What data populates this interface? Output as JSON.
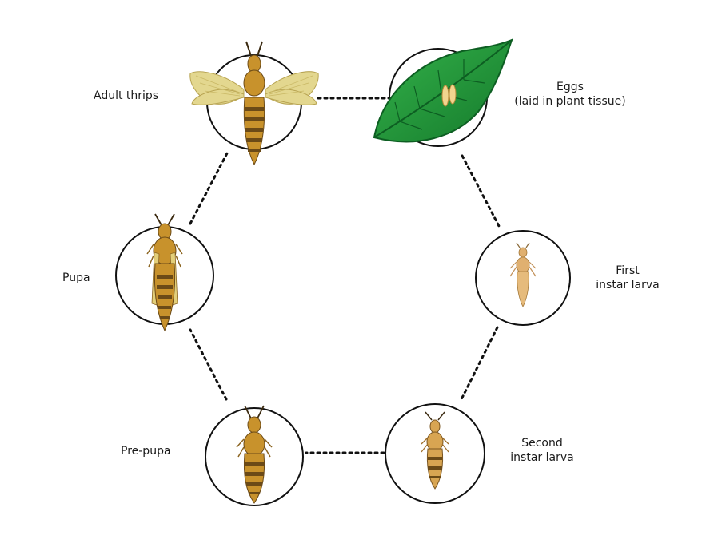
{
  "stages": {
    "adult": {
      "label": "Adult thrips"
    },
    "eggs": {
      "line1": "Eggs",
      "line2": "(laid in plant tissue)"
    },
    "first": {
      "line1": "First",
      "line2": "instar larva"
    },
    "second": {
      "line1": "Second",
      "line2": "instar larva"
    },
    "prepupa": {
      "label": "Pre-pupa"
    },
    "pupa": {
      "label": "Pupa"
    }
  },
  "colors": {
    "outline": "#111111",
    "body_amber": "#c8922c",
    "body_band": "#6b4a17",
    "wing": "#e6dc9c",
    "leaf": "#1f9a3a",
    "leaf_dark": "#0d5e22",
    "larva": "#e0b070"
  },
  "icons": {
    "adult": "adult-thrips-icon",
    "eggs": "leaf-eggs-icon",
    "first": "first-instar-larva-icon",
    "second": "second-instar-larva-icon",
    "prepupa": "prepupa-icon",
    "pupa": "pupa-icon"
  }
}
